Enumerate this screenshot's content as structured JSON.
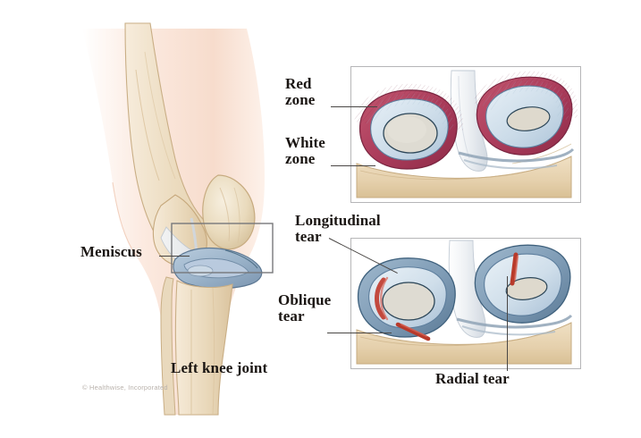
{
  "figure": {
    "title_caption": "Left knee joint",
    "credit": "© Healthwise, Incorporated",
    "subject": "knee-meniscus-anatomy-and-tear-types",
    "background_color": "#ffffff"
  },
  "labels": {
    "red_zone": "Red\nzone",
    "white_zone": "White\nzone",
    "meniscus": "Meniscus",
    "longitudinal_tear": "Longitudinal\ntear",
    "oblique_tear": "Oblique\ntear",
    "radial_tear": "Radial tear",
    "left_knee_joint": "Left knee joint"
  },
  "panels": {
    "top": {
      "name": "meniscus-zones-panel",
      "caption_targets": [
        "Red zone",
        "White zone"
      ],
      "border_color": "#b6b6b8"
    },
    "bottom": {
      "name": "meniscus-tears-panel",
      "caption_targets": [
        "Longitudinal tear",
        "Oblique tear",
        "Radial tear"
      ],
      "border_color": "#b6b6b8"
    }
  },
  "colors": {
    "red_zone": "#b0405f",
    "red_zone_dark": "#8d2f4c",
    "white_zone": "#cfdde8",
    "white_zone_edge": "#7d93ab",
    "bone": "#e8d3b4",
    "bone_light": "#f3e6d2",
    "cartilage": "#dfdcd4",
    "ligament": "#e9ecef",
    "skin": "#f6ded2",
    "tear_red": "#c0392b",
    "outline": "#4a4745",
    "label_text": "#1a1512"
  },
  "knee_diagram": {
    "name": "left-knee-anterior-view",
    "structures": [
      "femur",
      "patella",
      "tibia",
      "fibula",
      "meniscus",
      "skin-outline"
    ],
    "highlight_box": "meniscus-region"
  }
}
